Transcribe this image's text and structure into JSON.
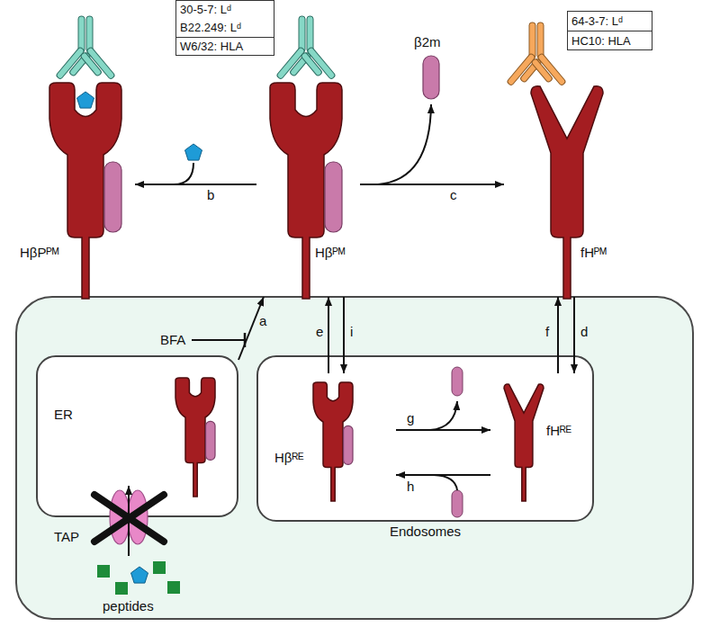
{
  "diagram": {
    "nodes": [
      {
        "text": [
          "30-5-7: Lᵈ",
          "B22.249: Lᵈ",
          "W6/32: HLA"
        ]
      },
      {
        "text": [
          "64-3-7: Lᵈ",
          "HC10: HLA"
        ]
      },
      {
        "text": [
          "HβPᴾᴹ"
        ]
      },
      {
        "text": [
          "Hβᴾᴹ"
        ]
      },
      {
        "text": [
          "fHᴾᴹ"
        ]
      },
      {
        "text": [
          "ER"
        ]
      },
      {
        "text": [
          "Endosomes"
        ]
      },
      {
        "text": [
          "Hβᴿᴱ"
        ],
        "in": 6
      },
      {
        "text": [
          "fHᴿᴱ"
        ],
        "in": 6
      }
    ],
    "edges": [
      {
        "from": 5,
        "to": 3,
        "arrow": "to",
        "label": "a"
      },
      {
        "from": 3,
        "to": 2,
        "arrow": "to",
        "label": "b"
      },
      {
        "from": 3,
        "to": 4,
        "arrow": "to",
        "label": "c"
      },
      {
        "from": 7,
        "to": 3,
        "arrow": "to",
        "label": "e"
      },
      {
        "from": 3,
        "to": 7,
        "arrow": "to",
        "label": "i"
      },
      {
        "from": 8,
        "to": 4,
        "arrow": "to",
        "label": "f"
      },
      {
        "from": 4,
        "to": 8,
        "arrow": "to",
        "label": "d"
      },
      {
        "from": 7,
        "to": 8,
        "arrow": "to",
        "label": "g"
      },
      {
        "from": 8,
        "to": 7,
        "arrow": "to",
        "label": "h"
      }
    ],
    "labels": [
      "β2m",
      "BFA",
      "TAP",
      "peptides"
    ]
  }
}
